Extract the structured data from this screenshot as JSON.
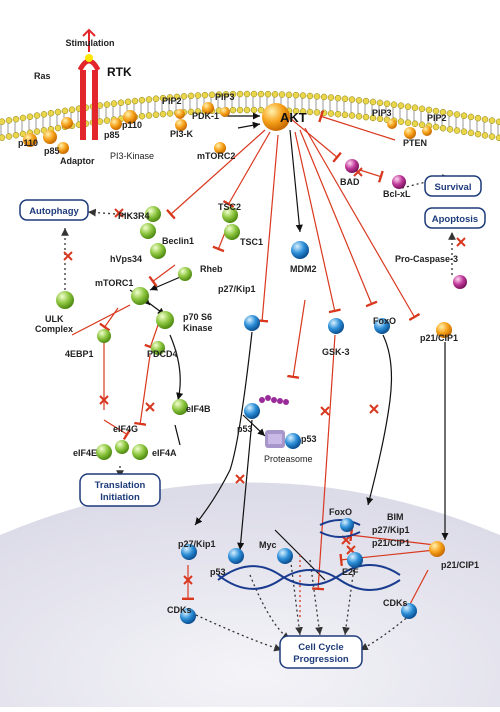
{
  "membrane": {
    "stimulation": "Stimulation",
    "rtk": "RTK",
    "ras": "Ras",
    "p110_left": "p110",
    "p85_left": "p85",
    "adaptor": "Adaptor",
    "p85_right": "p85",
    "p110_right": "p110",
    "pi3_kinase": "PI3-Kinase",
    "pip2_left": "PIP2",
    "pip3_left": "PIP3",
    "pdk1": "PDK-1",
    "pi3k": "PI3-K",
    "mtorc2": "mTORC2",
    "akt": "AKT",
    "pip3_right": "PIP3",
    "pip2_right": "PIP2",
    "pten": "PTEN"
  },
  "nodes": {
    "bad": "BAD",
    "bclxl": "Bcl-xL",
    "survival": "Survival",
    "apoptosis": "Apoptosis",
    "pro_caspase3": "Pro-Caspase-3",
    "autophagy": "Autophagy",
    "pik3r4": "PIK3R4",
    "beclin1": "Beclin1",
    "hvps34": "hVps34",
    "tsc2": "TSC2",
    "tsc1": "TSC1",
    "rheb": "Rheb",
    "mtorc1": "mTORC1",
    "ulk_line1": "ULK",
    "ulk_line2": "Complex",
    "p70s6_line1": "p70 S6",
    "p70s6_line2": "Kinase",
    "ebp1": "4EBP1",
    "pdcd4": "PDCD4",
    "eif4b": "eIF4B",
    "eif4g": "eIF4G",
    "eif4e": "eIF4E",
    "eif4a": "eIF4A",
    "translation_line1": "Translation",
    "translation_line2": "Initiation",
    "p27kip1_top": "p27/Kip1",
    "mdm2": "MDM2",
    "gsk3": "GSK-3",
    "foxo_top": "FoxO",
    "p21cip1_top": "p21/CIP1",
    "p53_left": "p53",
    "p53_right": "p53",
    "proteasome": "Proteasome"
  },
  "nucleus": {
    "foxo": "FoxO",
    "bim": "BIM",
    "p27kip1_gene": "p27/Kip1",
    "p21cip1_gene": "p21/CIP1",
    "myc": "Myc",
    "e2f": "E2F",
    "p27kip1": "p27/Kip1",
    "p53": "p53",
    "p21cip1": "p21/CIP1",
    "cdks_left": "CDKs",
    "cdks_right": "CDKs",
    "cell_cycle_line1": "Cell Cycle",
    "cell_cycle_line2": "Progression"
  },
  "colors": {
    "inhibition": "#d9381e",
    "activation": "#111111",
    "box_border": "#1d3b7a",
    "green_node": "#8dc63f",
    "blue_node": "#2c8fd8",
    "orange_node": "#f7a21b",
    "magenta_node": "#c0399a",
    "nucleus_fill": "#e9e9f2"
  }
}
